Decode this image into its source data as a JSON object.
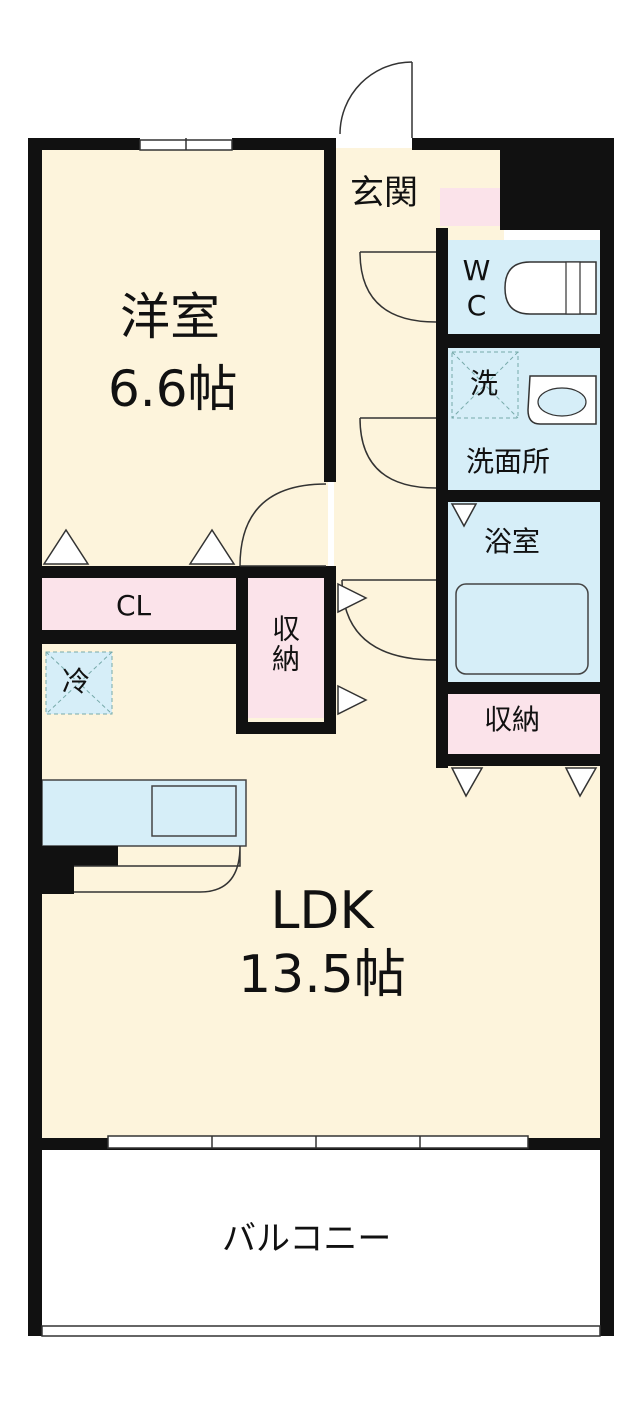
{
  "rooms": {
    "western_room": {
      "name": "洋室",
      "size": "6.6帖"
    },
    "ldk": {
      "name": "LDK",
      "size": "13.5帖"
    },
    "entrance": {
      "name": "玄関"
    },
    "toilet": {
      "name": "WC"
    },
    "washer": {
      "name": "洗"
    },
    "washroom": {
      "name": "洗面所"
    },
    "bathroom": {
      "name": "浴室"
    },
    "closet": {
      "name": "CL"
    },
    "storage_center": {
      "name": "収納"
    },
    "storage_right": {
      "name": "収納"
    },
    "fridge": {
      "name": "冷"
    },
    "balcony": {
      "name": "バルコニー"
    }
  },
  "colors": {
    "floor": "#fdf4dc",
    "storage": "#fbe3ea",
    "water": "#d6eef8",
    "wall": "#111111"
  }
}
